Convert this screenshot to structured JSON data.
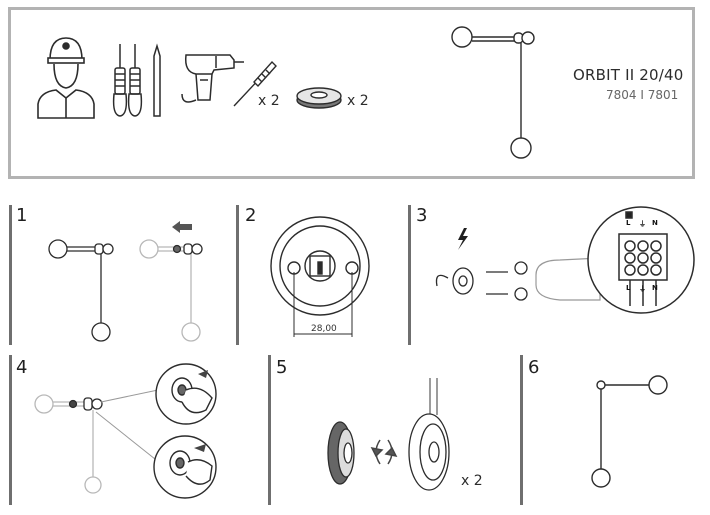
{
  "header": {
    "product_title": "ORBIT II 20/40",
    "product_code": "7804 I 7801",
    "anchor_qty": "x 2",
    "plate_qty": "x 2"
  },
  "steps": [
    {
      "number": "1"
    },
    {
      "number": "2",
      "dimension": "28,00"
    },
    {
      "number": "3",
      "terminals_top": [
        "L",
        "⏚",
        "N"
      ],
      "terminals_bottom": [
        "L",
        "⏚",
        "N"
      ]
    },
    {
      "number": "4"
    },
    {
      "number": "5",
      "qty": "x 2"
    },
    {
      "number": "6"
    }
  ],
  "icons": [
    "installer-icon",
    "screwdriver-icon",
    "pencil-icon",
    "drill-icon",
    "wall-anchor-icon",
    "mounting-plate-icon",
    "power-warning-icon",
    "ground-symbol-icon"
  ]
}
